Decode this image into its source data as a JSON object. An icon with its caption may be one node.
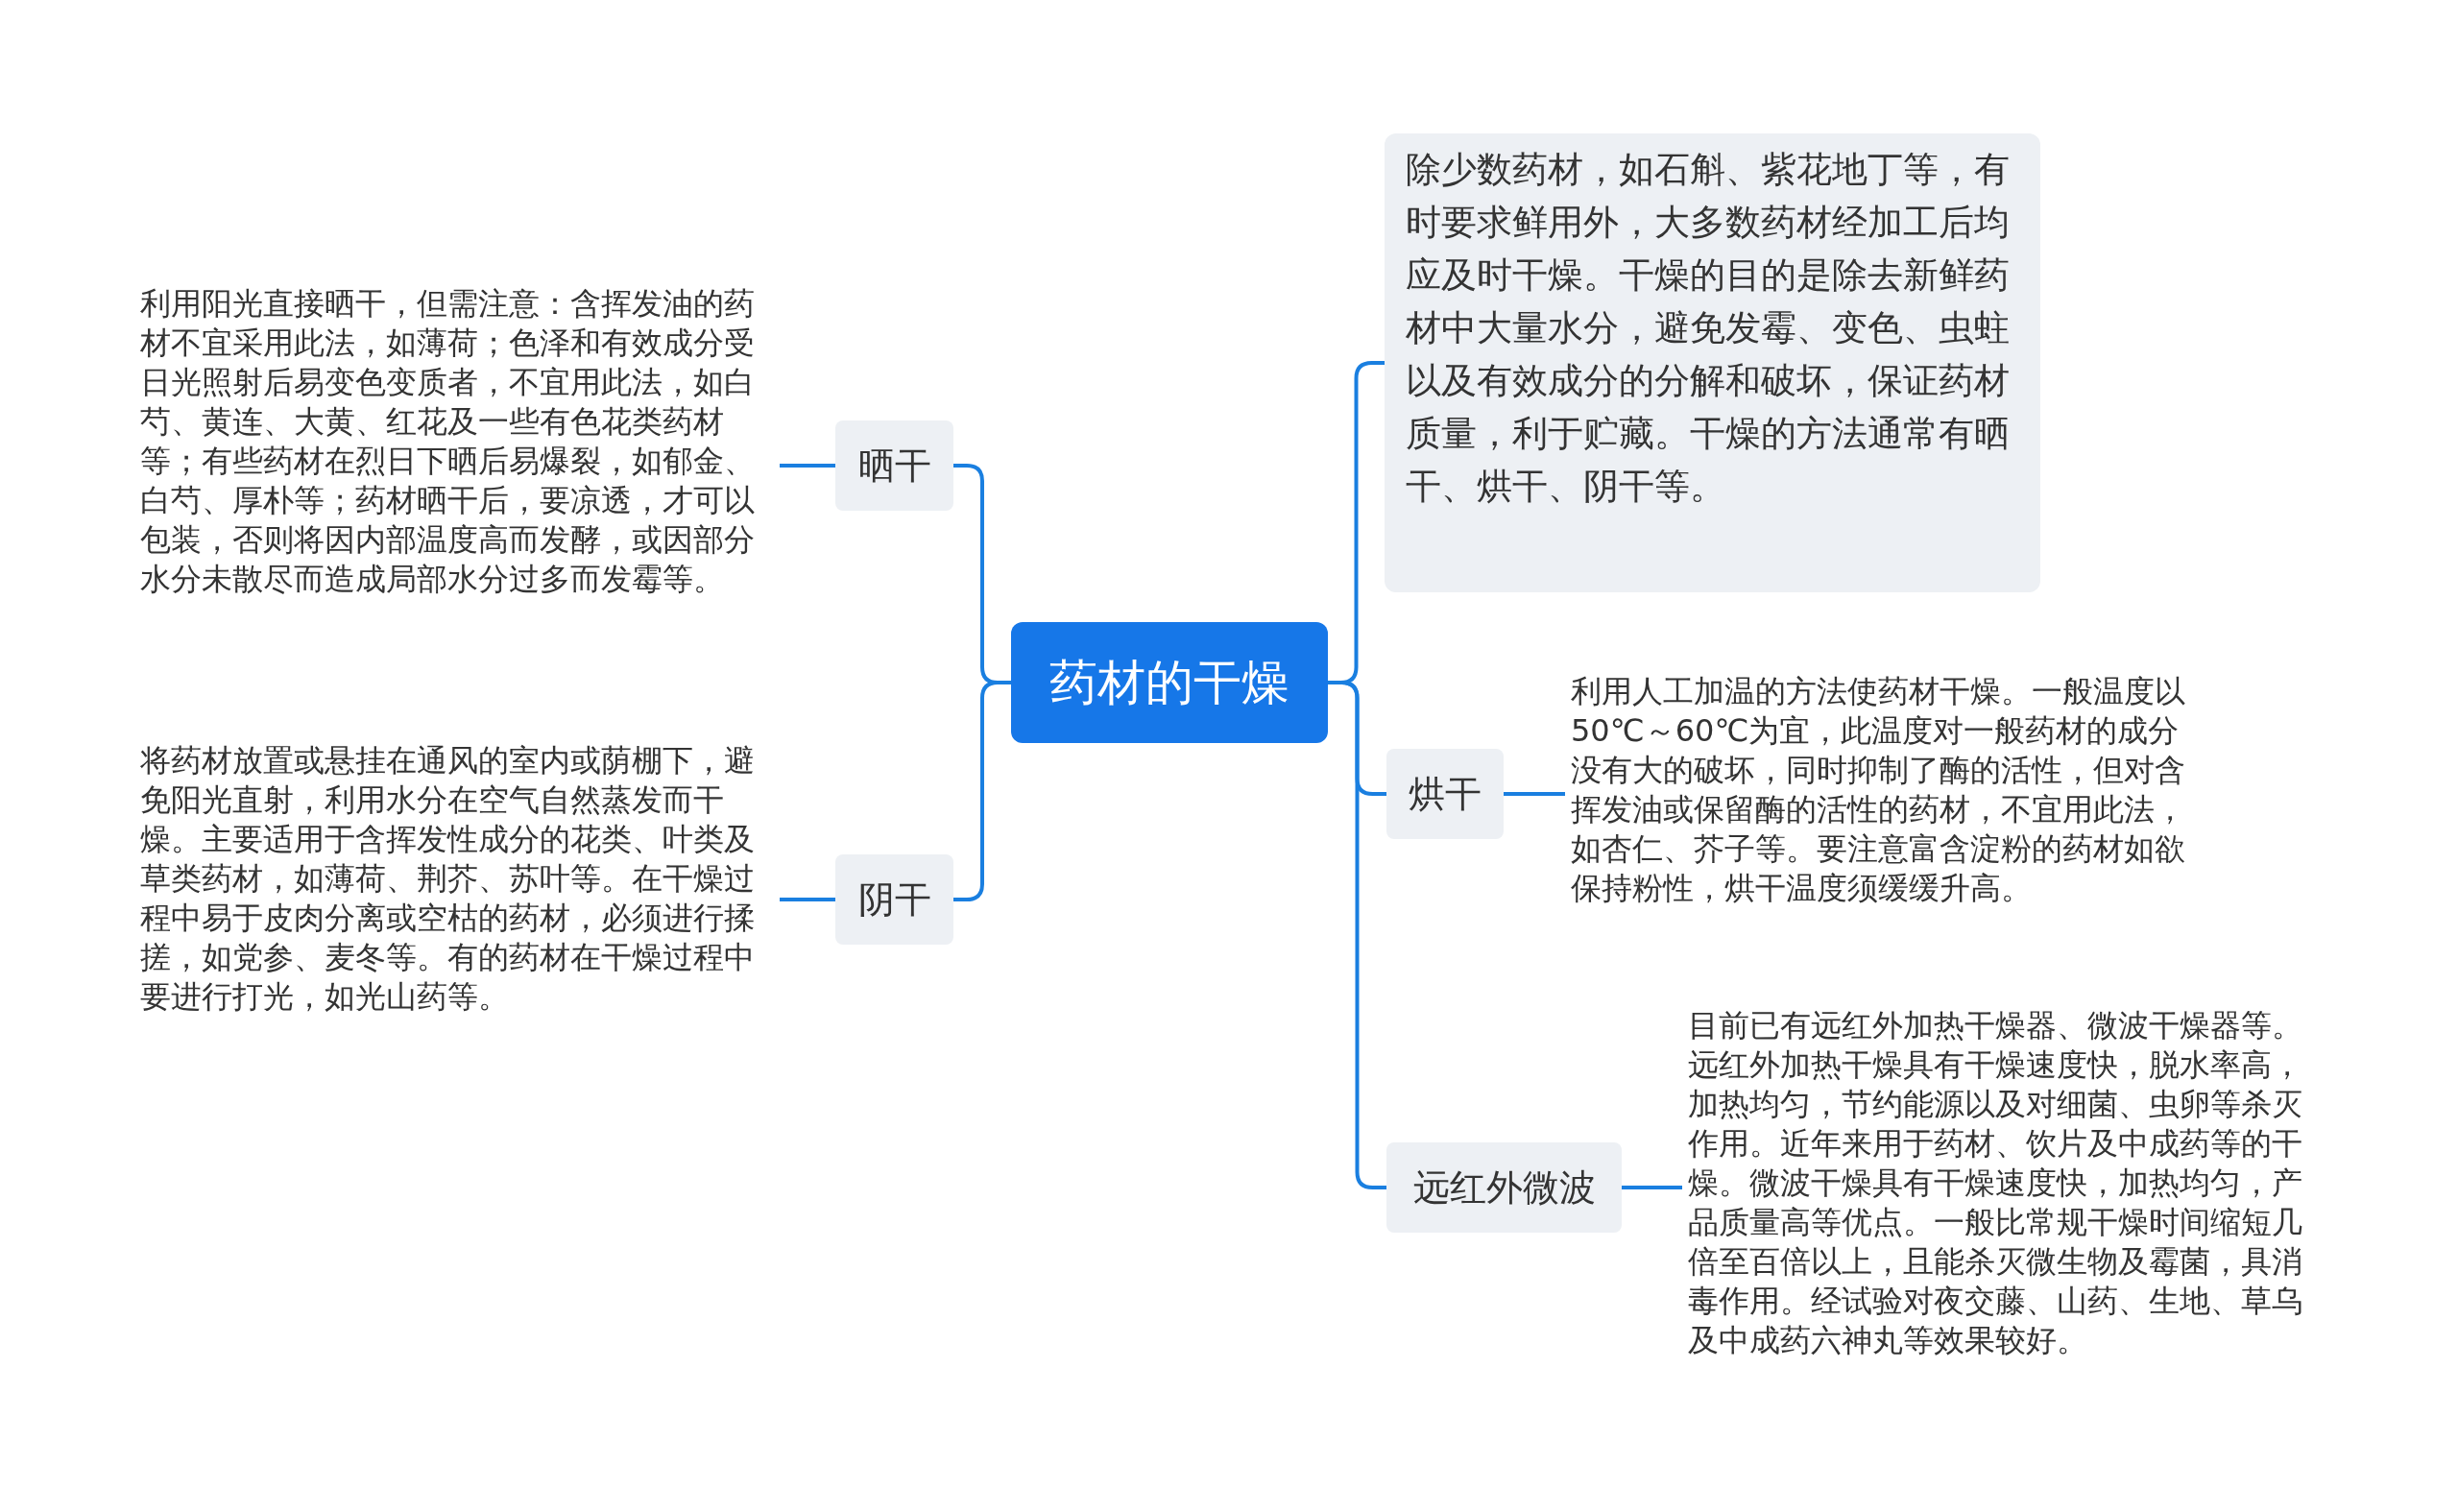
{
  "diagram": {
    "nodes": [
      {
        "text": [
          "药材的干燥"
        ]
      },
      {
        "text": [
          "晒干"
        ]
      },
      {
        "text": [
          "利用阳光直接晒干，但需注意：含挥发油的药材不宜采用此法，如薄荷；色泽和有效成分受日光照射后易变色变质者，不宜用此法，如白芍、黄连、大黄、红花及一些有色花类药材等；有些药材在烈日下晒后易爆裂，如郁金、白芍、厚朴等；药材晒干后，要凉透，才可以包装，否则将因内部温度高而发酵，或因部分水分未散尽而造成局部水分过多而发霉等。"
        ]
      },
      {
        "text": [
          "阴干"
        ]
      },
      {
        "text": [
          "将药材放置或悬挂在通风的室内或荫棚下，避免阳光直射，利用水分在空气自然蒸发而干燥。主要适用于含挥发性成分的花类、叶类及草类药材，如薄荷、荆芥、苏叶等。在干燥过程中易于皮肉分离或空枯的药材，必须进行揉搓，如党参、麦冬等。有的药材在干燥过程中要进行打光，如光山药等。"
        ]
      },
      {
        "text": [
          "除少数药材，如石斛、紫花地丁等，有时要求鲜用外，大多数药材经加工后均应及时干燥。干燥的目的是除去新鲜药材中大量水分，避免发霉、变色、虫蛀以及有效成分的分解和破坏，保证药材质量，利于贮藏。干燥的方法通常有晒干、烘干、阴干等。"
        ]
      },
      {
        "text": [
          "烘干"
        ]
      },
      {
        "text": [
          "利用人工加温的方法使药材干燥。一般温度以50℃～60℃为宜，此温度对一般药材的成分没有大的破坏，同时抑制了酶的活性，但对含挥发油或保留酶的活性的药材，不宜用此法，如杏仁、芥子等。要注意富含淀粉的药材如欲保持粉性，烘干温度须缓缓升高。"
        ]
      },
      {
        "text": [
          "远红外微波"
        ]
      },
      {
        "text": [
          "目前已有远红外加热干燥器、微波干燥器等。远红外加热干燥具有干燥速度快，脱水率高，加热均匀，节约能源以及对细菌、虫卵等杀灭作用。近年来用于药材、饮片及中成药等的干燥。微波干燥具有干燥速度快，加热均匀，产品质量高等优点。一般比常规干燥时间缩短几倍至百倍以上，且能杀灭微生物及霉菌，具消毒作用。经试验对夜交藤、山药、生地、草乌及中成药六神丸等效果较好。"
        ]
      }
    ],
    "edges": [
      {
        "from": 0,
        "to": 1,
        "arrow": "none"
      },
      {
        "from": 1,
        "to": 2,
        "arrow": "none"
      },
      {
        "from": 0,
        "to": 3,
        "arrow": "none"
      },
      {
        "from": 3,
        "to": 4,
        "arrow": "none"
      },
      {
        "from": 0,
        "to": 5,
        "arrow": "none"
      },
      {
        "from": 0,
        "to": 6,
        "arrow": "none"
      },
      {
        "from": 6,
        "to": 7,
        "arrow": "none"
      },
      {
        "from": 0,
        "to": 8,
        "arrow": "none"
      },
      {
        "from": 8,
        "to": 9,
        "arrow": "none"
      }
    ]
  }
}
